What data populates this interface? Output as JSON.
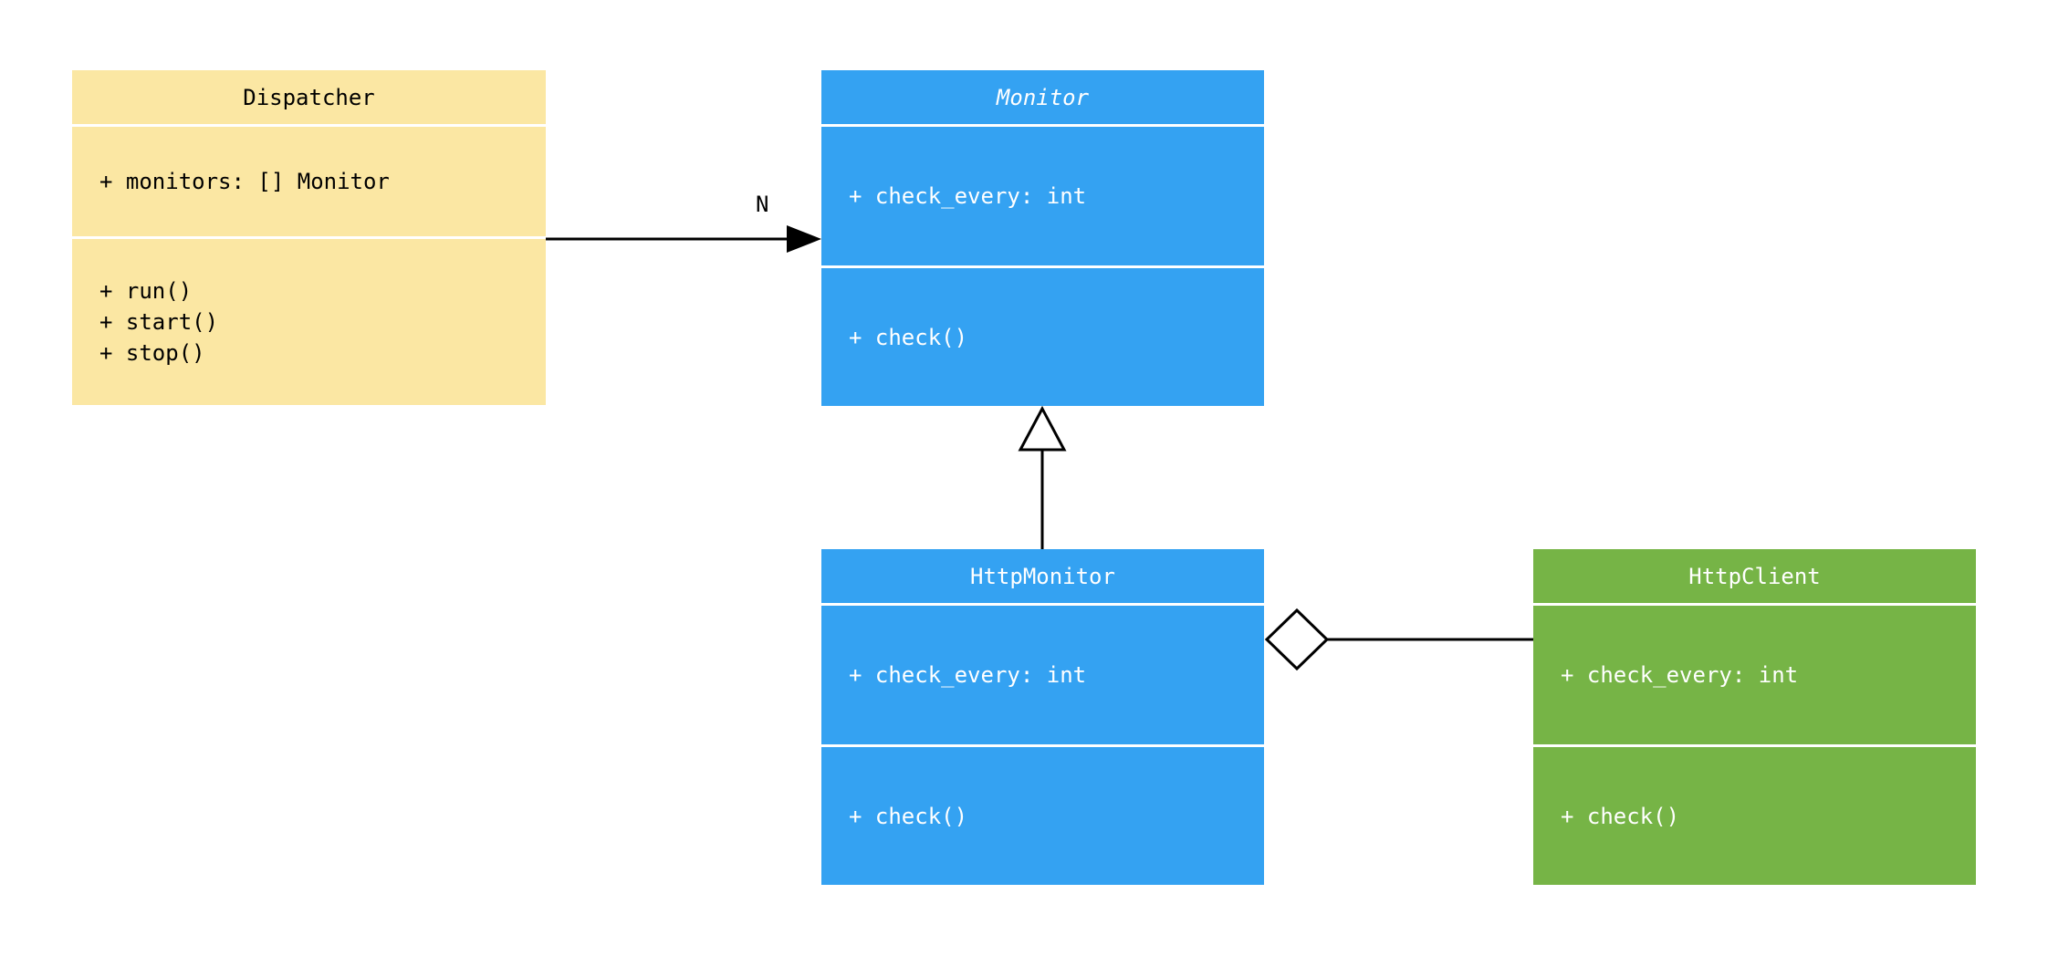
{
  "diagram": {
    "background_color": "#ffffff",
    "classes": [
      {
        "name": "Dispatcher",
        "abstract": false,
        "fill": "#FBE7A3",
        "text_color": "#000000",
        "attributes": [
          "+ monitors: [] Monitor"
        ],
        "methods": [
          "+ run()",
          "+ start()",
          "+ stop()"
        ]
      },
      {
        "name": "Monitor",
        "abstract": true,
        "fill": "#34A2F2",
        "text_color": "#ffffff",
        "attributes": [
          "+ check_every: int"
        ],
        "methods": [
          "+ check()"
        ]
      },
      {
        "name": "HttpMonitor",
        "abstract": false,
        "fill": "#34A2F2",
        "text_color": "#ffffff",
        "attributes": [
          "+ check_every: int"
        ],
        "methods": [
          "+ check()"
        ]
      },
      {
        "name": "HttpClient",
        "abstract": false,
        "fill": "#76B446",
        "text_color": "#ffffff",
        "attributes": [
          "+ check_every: int"
        ],
        "methods": [
          "+ check()"
        ]
      }
    ],
    "relations": [
      {
        "type": "association",
        "from": "Dispatcher",
        "to": "Monitor",
        "label": "N"
      },
      {
        "type": "inheritance",
        "from": "HttpMonitor",
        "to": "Monitor",
        "label": ""
      },
      {
        "type": "aggregation",
        "from": "HttpMonitor",
        "to": "HttpClient",
        "label": ""
      }
    ],
    "line_color": "#000000"
  }
}
